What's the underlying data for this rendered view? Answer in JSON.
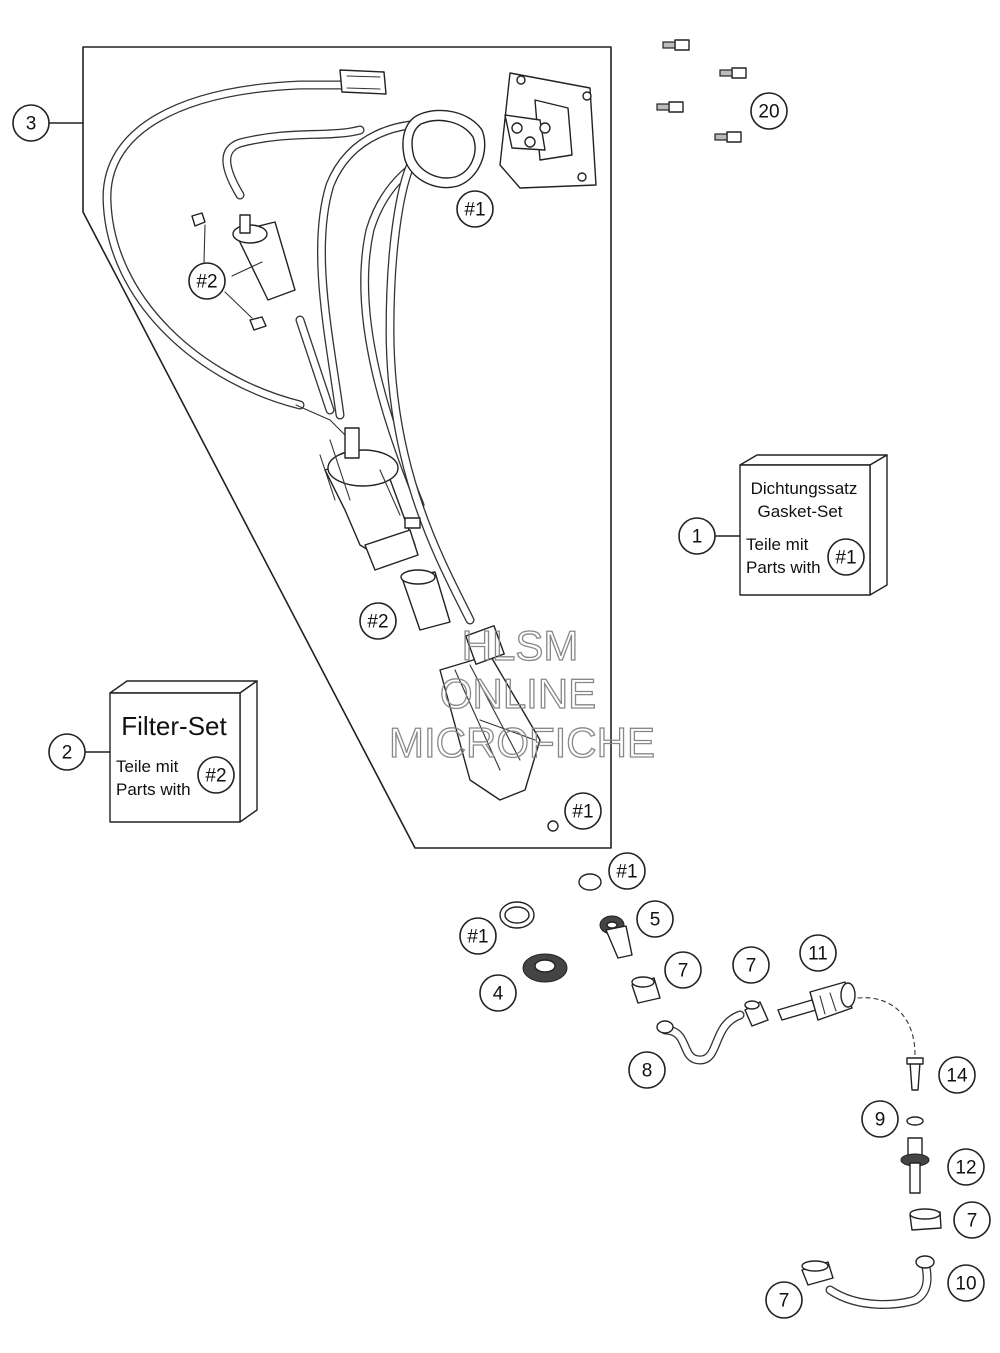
{
  "callouts": {
    "c1": "1",
    "c2": "2",
    "c3": "3",
    "c4": "4",
    "c5": "5",
    "c7a": "7",
    "c7b": "7",
    "c7c": "7",
    "c7d": "7",
    "c8": "8",
    "c9": "9",
    "c10": "10",
    "c11": "11",
    "c12": "12",
    "c14": "14",
    "c20": "20",
    "h1a": "#1",
    "h1b": "#1",
    "h1c": "#1",
    "h1d": "#1",
    "h1e": "#1",
    "h2a": "#2",
    "h2b": "#2",
    "h2c": "#2"
  },
  "gasket_box": {
    "title_de": "Dichtungssatz",
    "title_en": "Gasket-Set",
    "parts_de": "Teile mit",
    "parts_en": "Parts with",
    "ref": "#1"
  },
  "filter_box": {
    "title": "Filter-Set",
    "parts_de": "Teile mit",
    "parts_en": "Parts with",
    "ref": "#2"
  },
  "watermark": {
    "line1": "HLSM",
    "line2": "ONLINE",
    "line3": "MICROFICHE"
  }
}
